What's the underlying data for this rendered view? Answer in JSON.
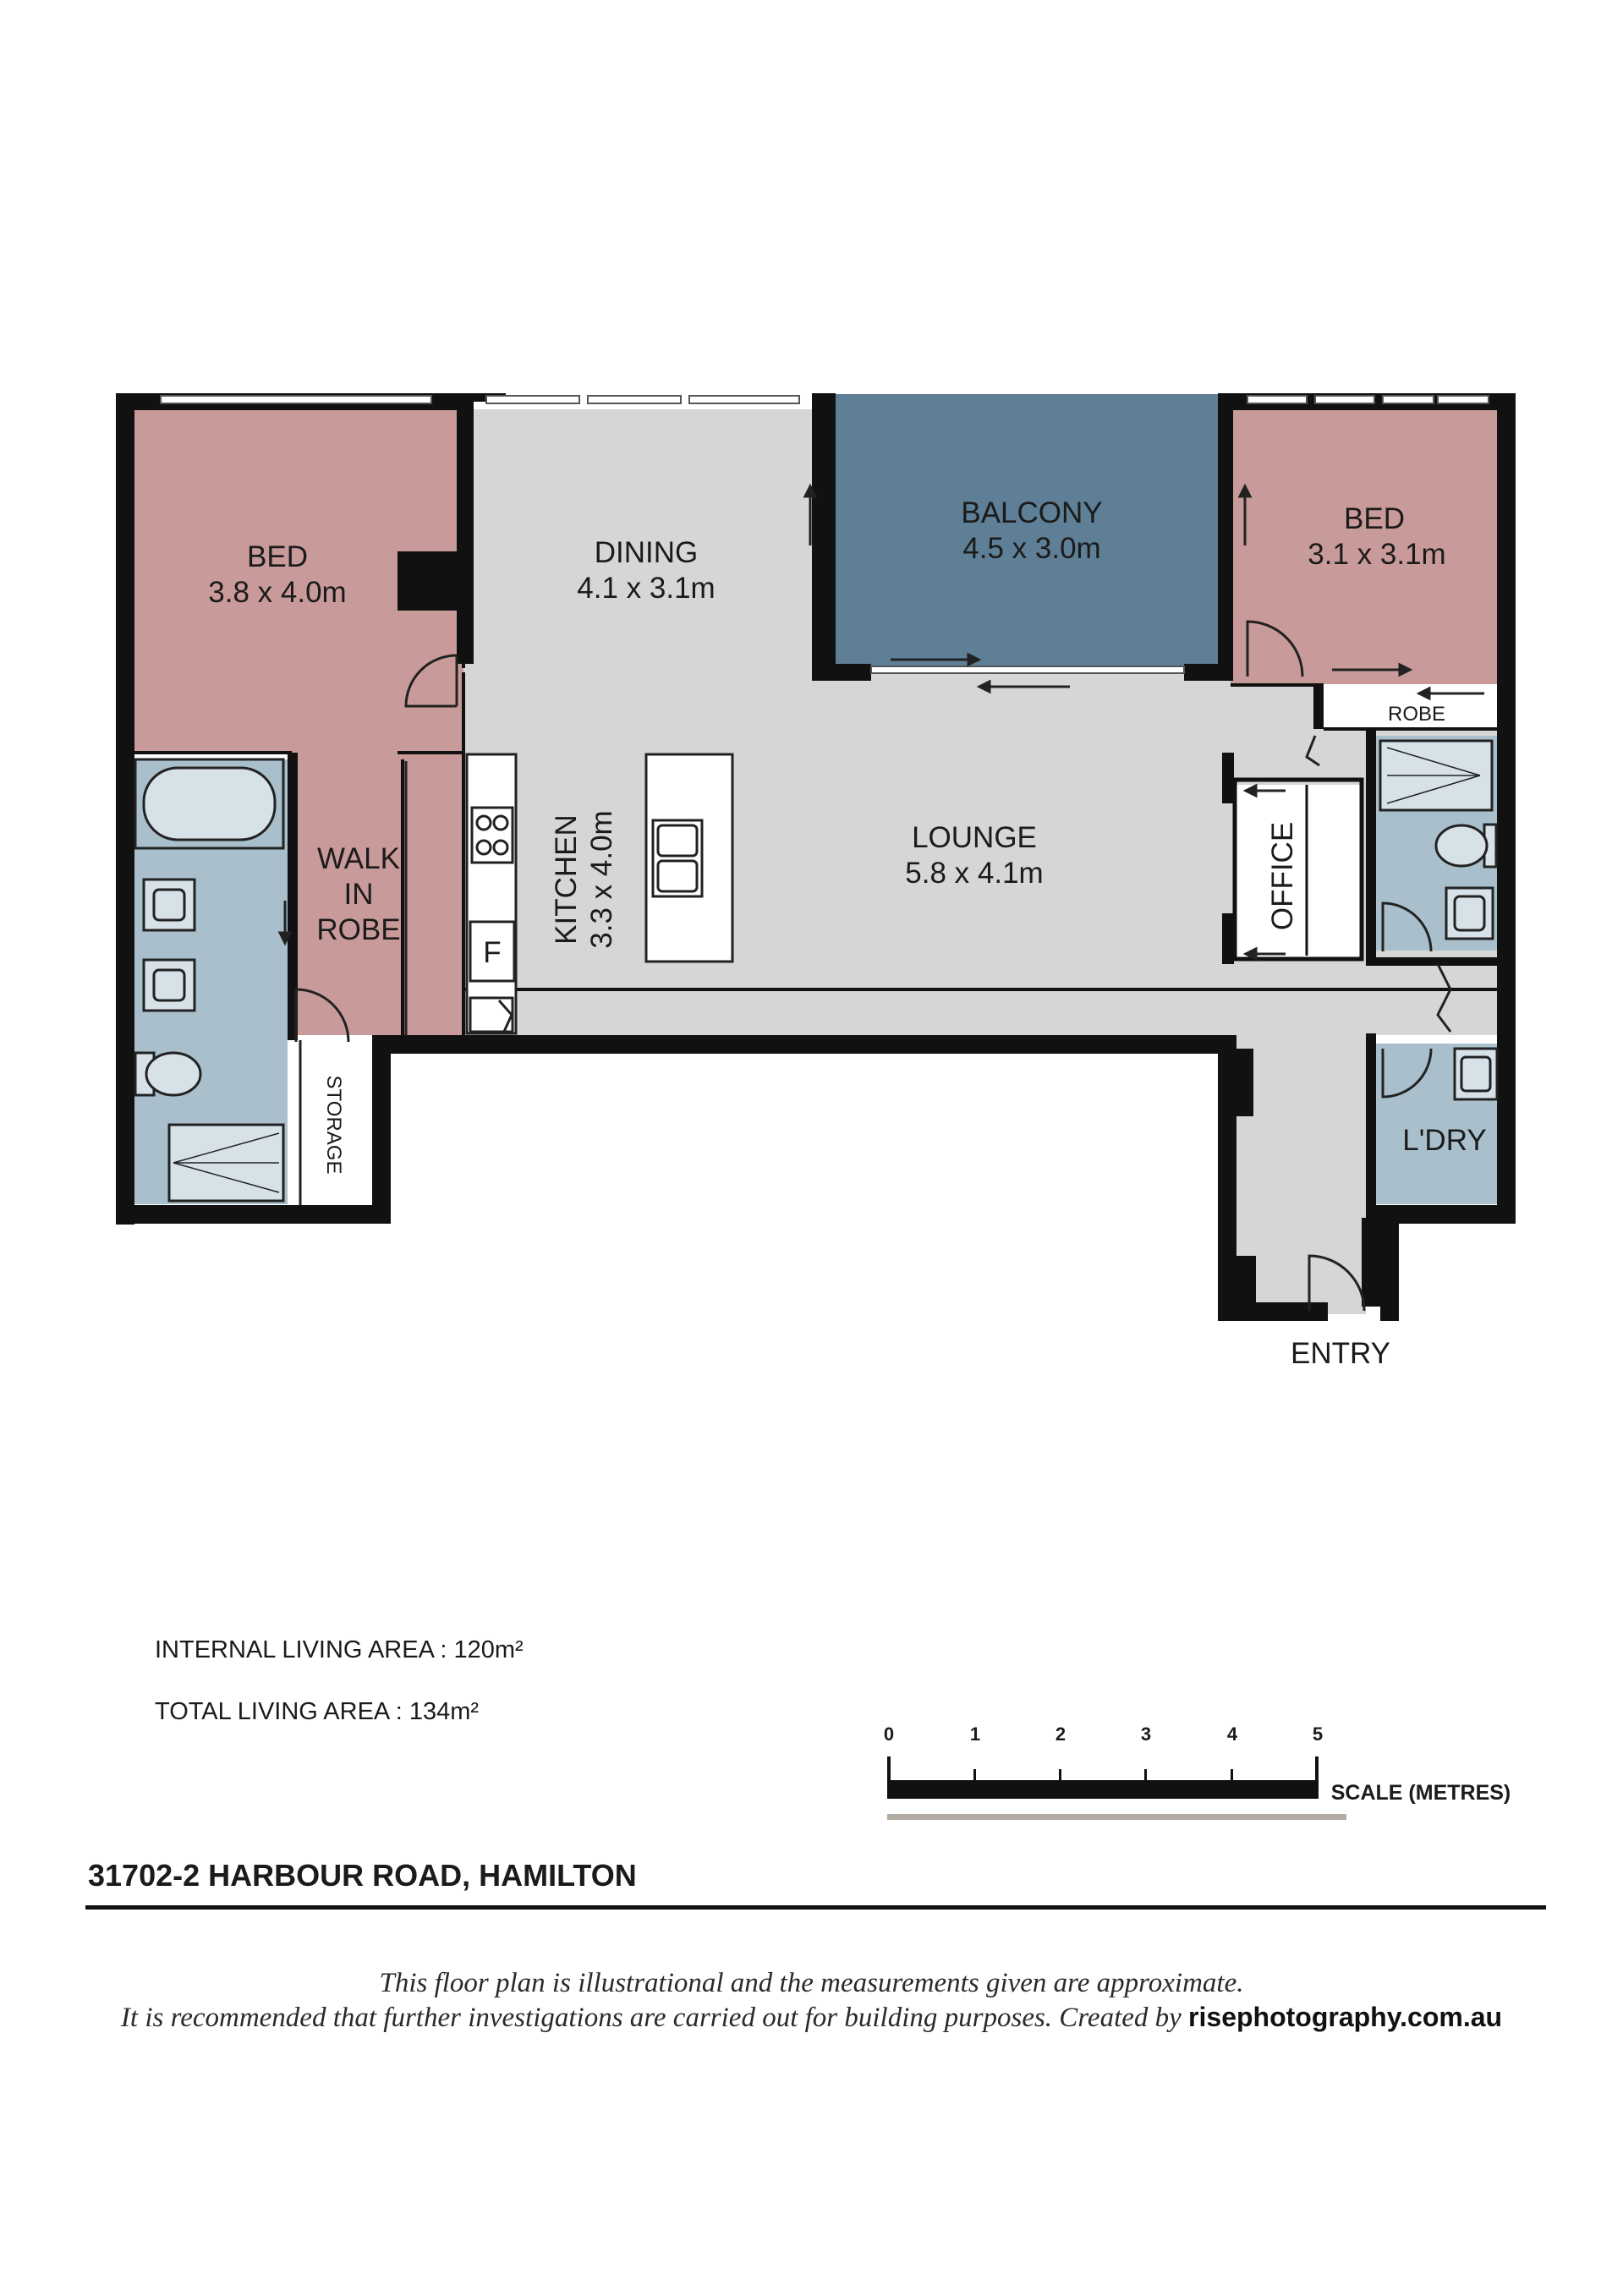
{
  "rooms": {
    "bed1": {
      "name": "BED",
      "size": "3.8 x 4.0m"
    },
    "dining": {
      "name": "DINING",
      "size": "4.1 x 3.1m"
    },
    "balcony": {
      "name": "BALCONY",
      "size": "4.5 x 3.0m"
    },
    "bed2": {
      "name": "BED",
      "size": "3.1 x 3.1m"
    },
    "robe": "ROBE",
    "walk_in_robe": [
      "WALK",
      "IN",
      "ROBE"
    ],
    "kitchen": {
      "name": "KITCHEN",
      "size": "3.3 x 4.0m"
    },
    "fridge": "F",
    "lounge": {
      "name": "LOUNGE",
      "size": "5.8 x 4.1m"
    },
    "office": "OFFICE",
    "storage": "STORAGE",
    "laundry": "L'DRY",
    "entry": "ENTRY"
  },
  "areas": {
    "internal_label": "INTERNAL LIVING AREA :",
    "internal_value": "120m²",
    "total_label": "TOTAL LIVING AREA :",
    "total_value": "134m²"
  },
  "scale": {
    "ticks": [
      "0",
      "1",
      "2",
      "3",
      "4",
      "5"
    ],
    "label": "SCALE (METRES)"
  },
  "address": "31702-2 HARBOUR ROAD, HAMILTON",
  "disclaimer": {
    "line1": "This floor plan is illustrational and the measurements given are approximate.",
    "line2": "It is recommended that further investigations are carried out for building purposes. Created by",
    "brand": "risephotography.com.au"
  },
  "colors": {
    "bedroom": "#c99a9a",
    "living": "#d6d6d6",
    "balcony": "#5e7f96",
    "wet_area": "#a9c0cc",
    "wall": "#111111"
  }
}
